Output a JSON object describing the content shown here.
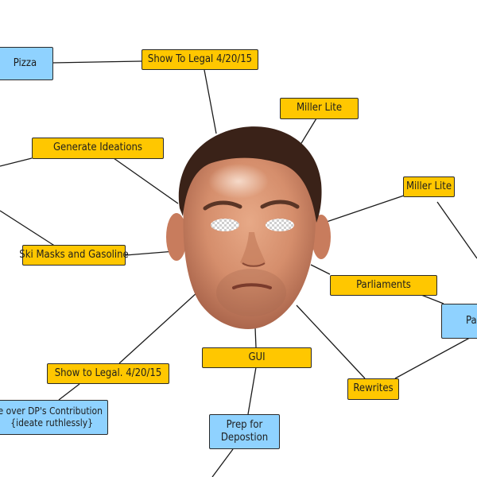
{
  "map": {
    "nodes": [
      {
        "id": "pizza",
        "kind": "topic",
        "lines": [
          "Pizza"
        ]
      },
      {
        "id": "show-to-legal-top",
        "kind": "task",
        "lines": [
          "Show To Legal 4/20/15"
        ]
      },
      {
        "id": "miller-lite-1",
        "kind": "task",
        "lines": [
          "Miller Lite"
        ]
      },
      {
        "id": "generate-ideations",
        "kind": "task",
        "lines": [
          "Generate Ideations"
        ]
      },
      {
        "id": "miller-lite-2",
        "kind": "task",
        "lines": [
          "Miller Lite"
        ]
      },
      {
        "id": "ski-masks",
        "kind": "task",
        "lines": [
          "Ski Masks and Gasoline"
        ]
      },
      {
        "id": "parliaments",
        "kind": "task",
        "lines": [
          "Parliaments"
        ]
      },
      {
        "id": "pa-partial",
        "kind": "topic",
        "lines": [
          "Pa"
        ]
      },
      {
        "id": "gui",
        "kind": "task",
        "lines": [
          "GUI"
        ]
      },
      {
        "id": "show-to-legal-bottom",
        "kind": "task",
        "lines": [
          "Show to Legal. 4/20/15"
        ]
      },
      {
        "id": "rewrites",
        "kind": "task",
        "lines": [
          "Rewrites"
        ]
      },
      {
        "id": "dp-contribution",
        "kind": "topic",
        "lines": [
          "rate over DP's Contribution",
          "{ideate ruthlessly}"
        ]
      },
      {
        "id": "prep-for-depostion",
        "kind": "topic",
        "lines": [
          "Prep for",
          "Depostion"
        ]
      }
    ],
    "colors": {
      "task_fill": "#ffc700",
      "topic_fill": "#8fd2ff",
      "border": "#2a2a2a",
      "line": "#1a1a1a"
    },
    "center_image": "face-photo"
  }
}
